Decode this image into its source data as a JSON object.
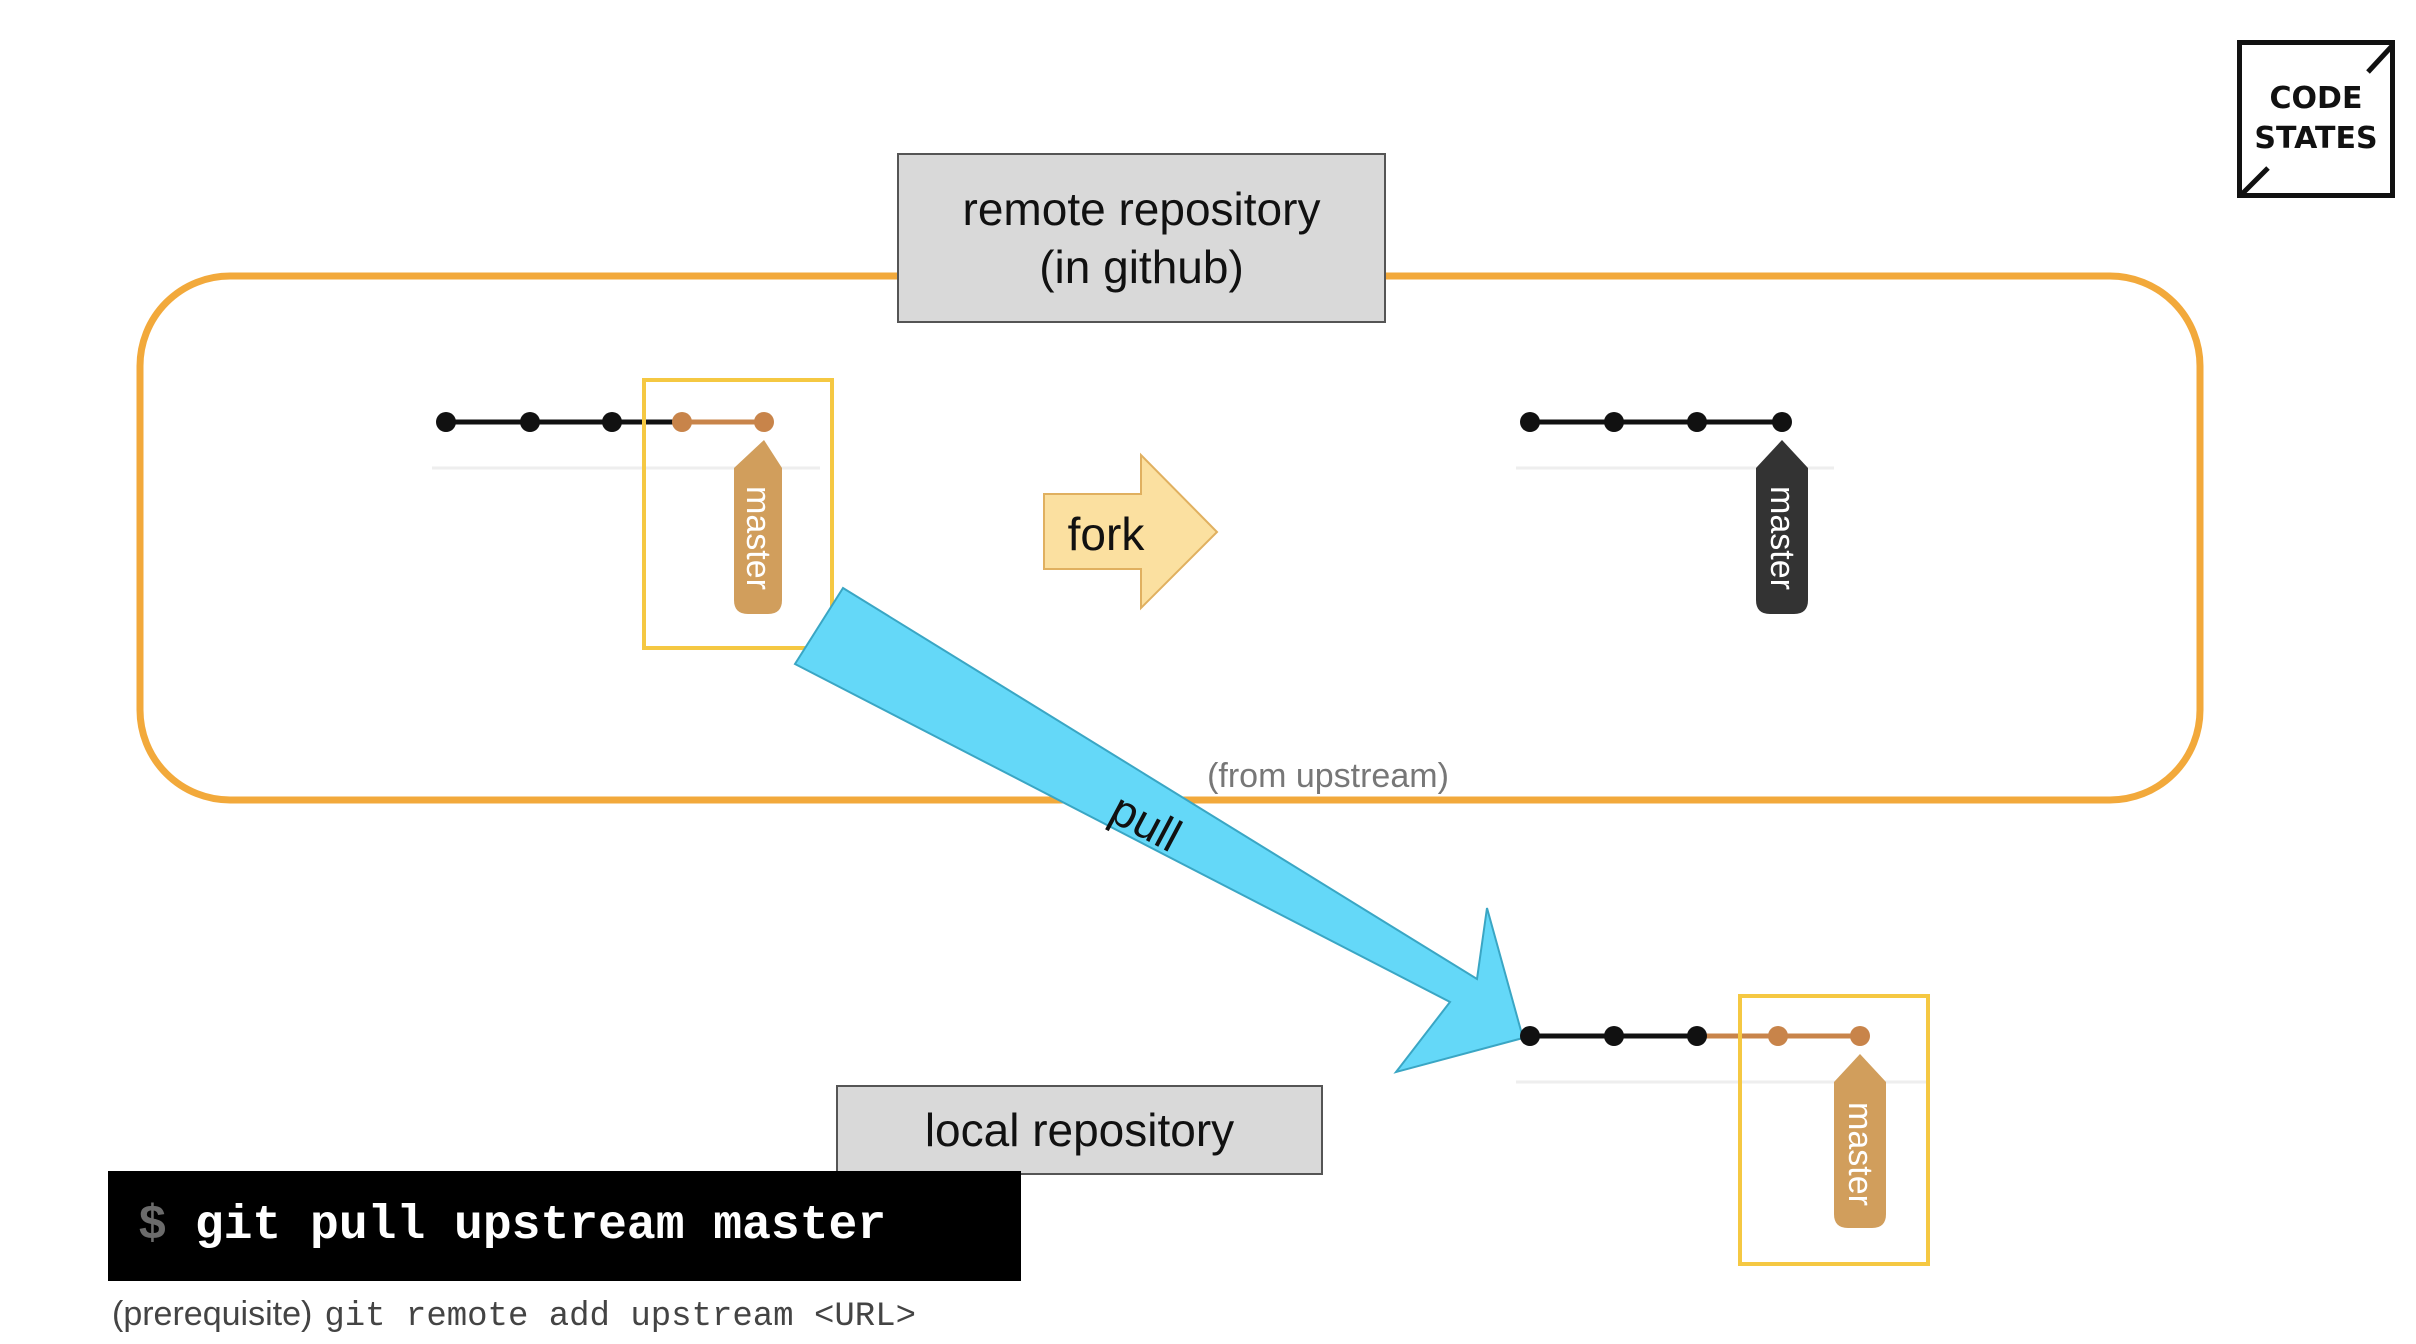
{
  "remote": {
    "line1": "remote repository",
    "line2": "(in github)"
  },
  "local": {
    "label": "local repository"
  },
  "fork_label": "fork",
  "pull_label": "pull",
  "upstream_note": "(from upstream)",
  "branch_label": "master",
  "logo": {
    "line1": "CODE",
    "line2": "STATES"
  },
  "terminal": {
    "prompt": "$",
    "command": "git pull upstream master"
  },
  "prerequisite": {
    "label": "(prerequisite)",
    "command": "git remote add upstream <URL>"
  },
  "colors": {
    "frame": "#f2a93b",
    "highlight": "#f5c842",
    "orange_commit": "#c8844a",
    "tag_tan": "#d19e5c",
    "tag_dark": "#333333",
    "arrow_blue": "#64d8f8",
    "fork_arrow": "#fbe0a0"
  },
  "icons": [
    "code-states-logo",
    "fork-arrow-icon",
    "pull-arrow-icon"
  ]
}
